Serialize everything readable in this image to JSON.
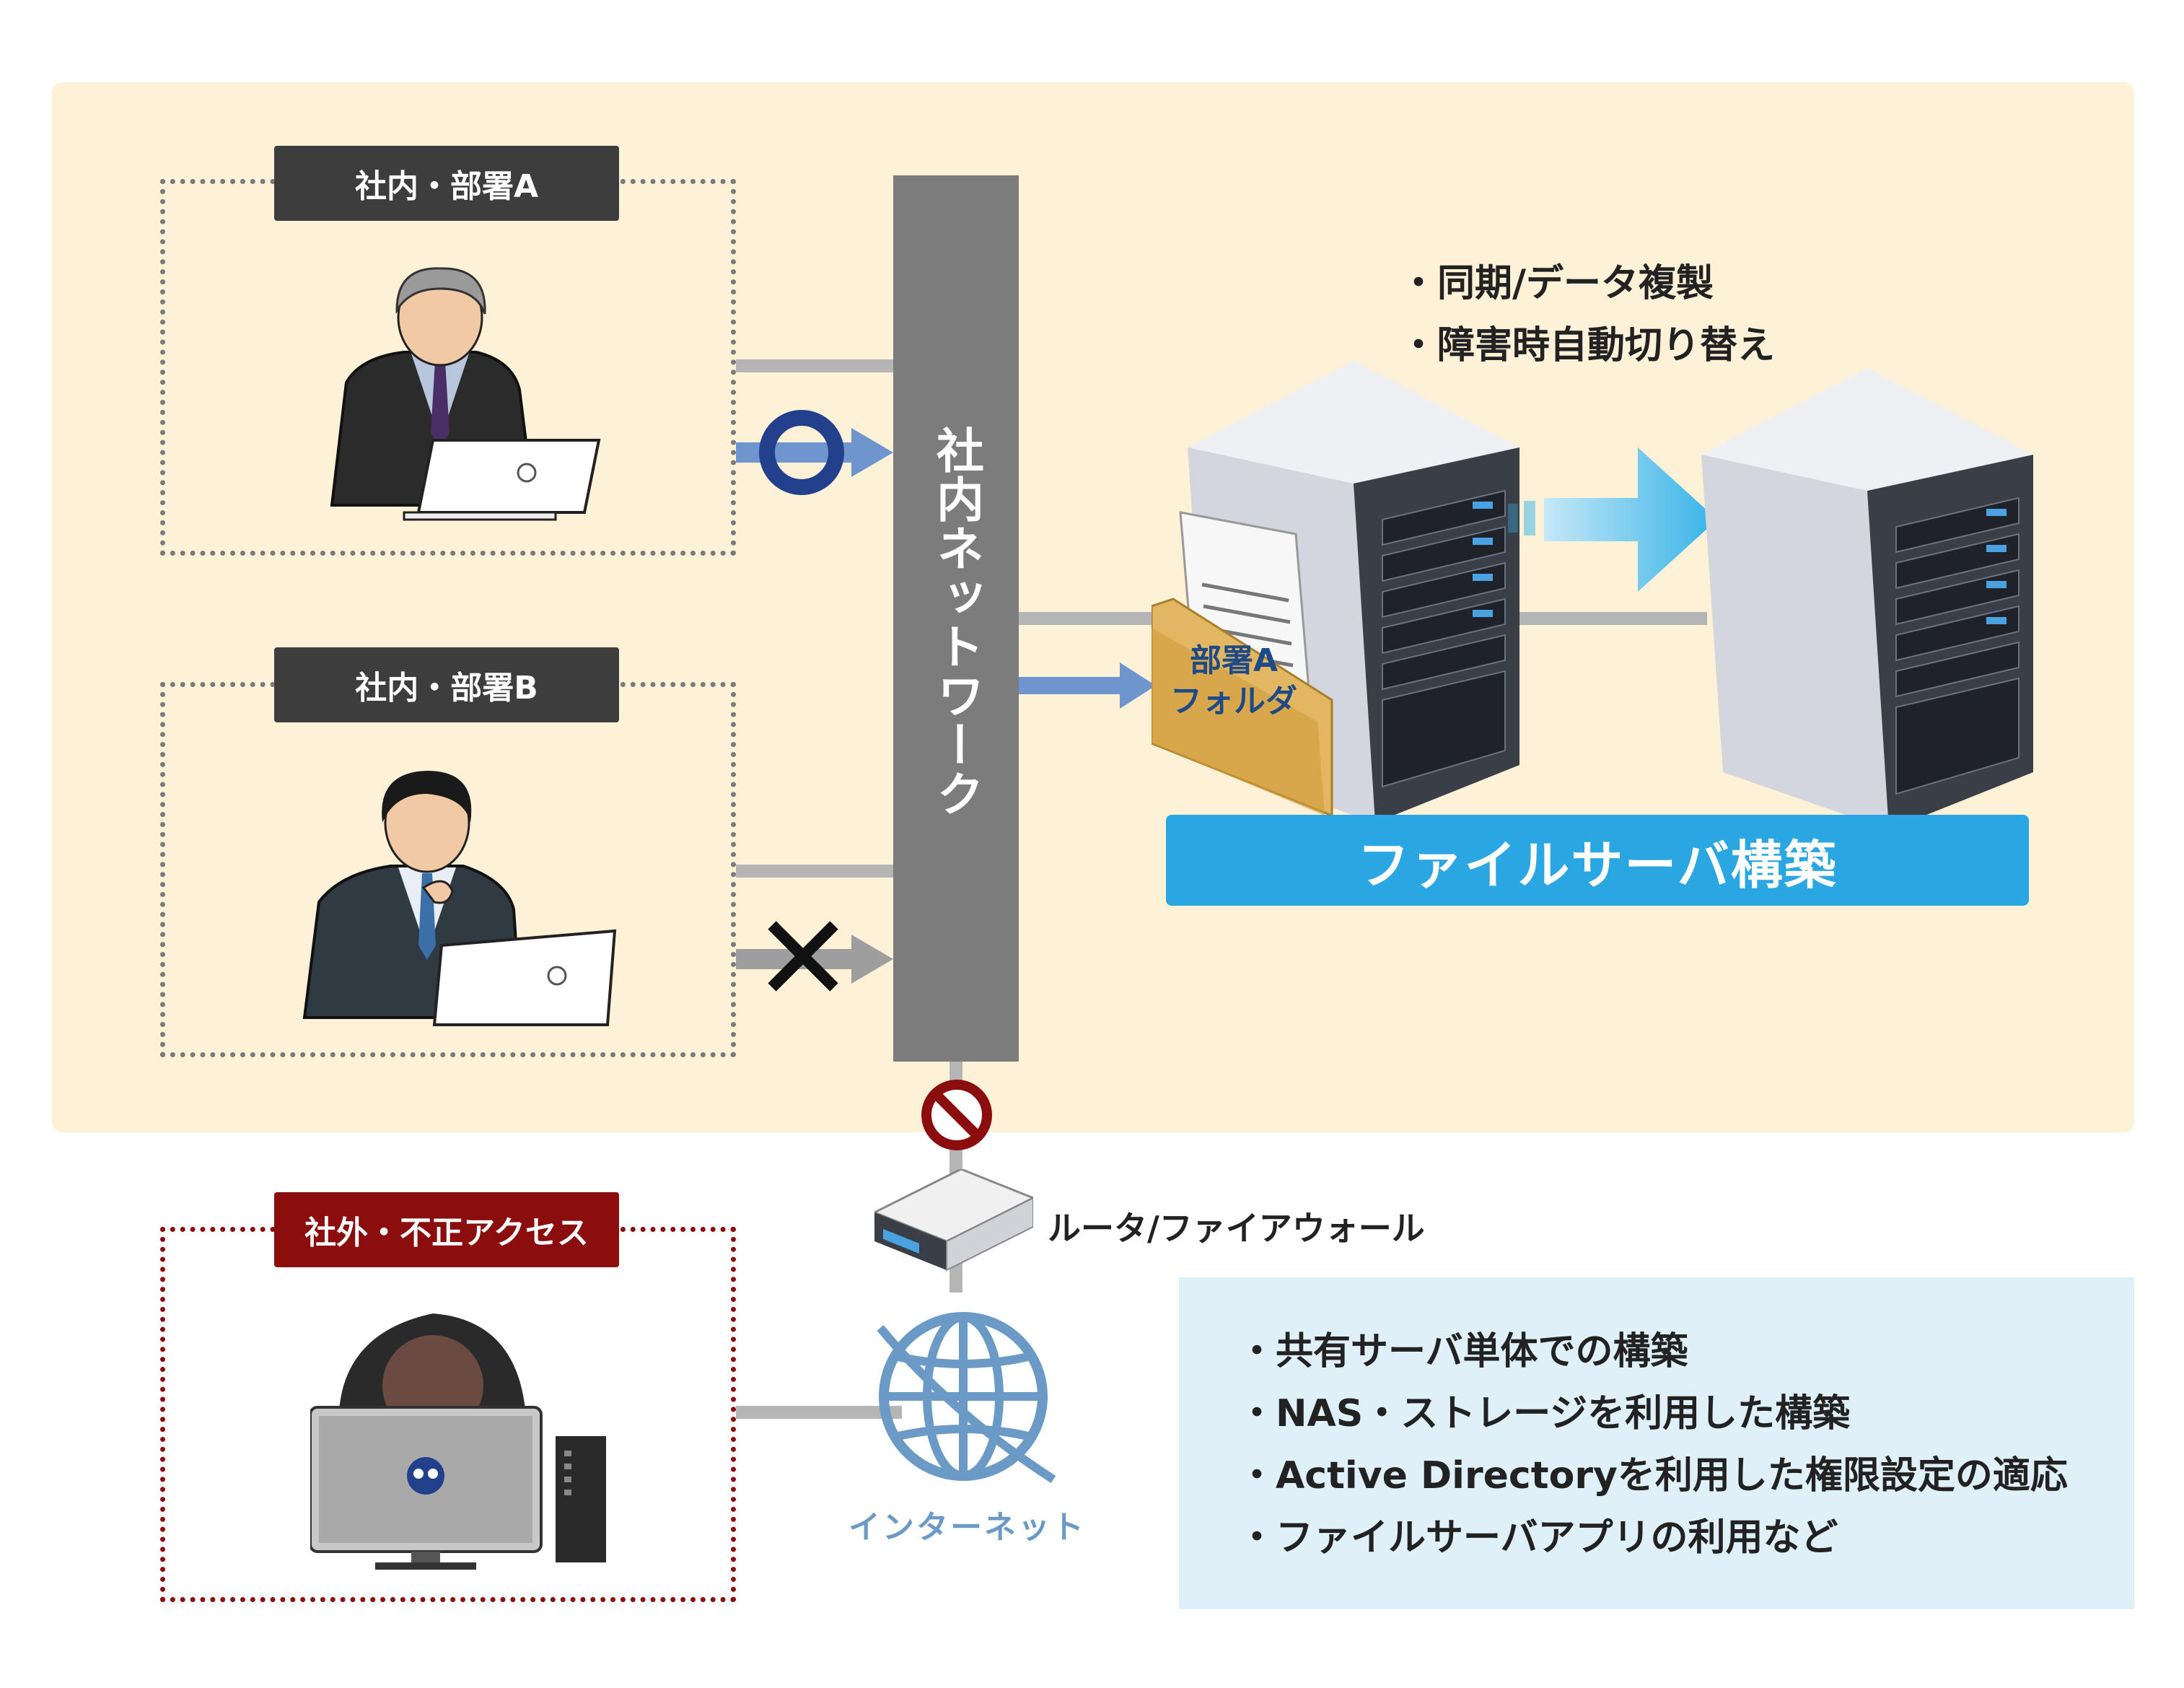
{
  "colors": {
    "panel_bg": "#fdf1d8",
    "network_bar": "#7c7c7c",
    "accent_blue": "#2aa7e2",
    "arrow_blue": "#6f95cf",
    "deny_red": "#8b0d0d",
    "info_bg": "#dff0f8"
  },
  "departments": {
    "a": {
      "label": "社内・部署A",
      "access": "allowed",
      "symbol": "circle-icon"
    },
    "b": {
      "label": "社内・部署B",
      "access": "denied",
      "symbol": "cross-icon"
    }
  },
  "external": {
    "label": "社外・不正アクセス",
    "symbol": "prohibited-icon"
  },
  "network": {
    "label": "社内ネットワーク"
  },
  "features": [
    "・同期/データ複製",
    "・障害時自動切り替え"
  ],
  "folder": {
    "line1": "部署A",
    "line2": "フォルダ"
  },
  "file_server": {
    "label": "ファイルサーバ構築"
  },
  "router": {
    "label": "ルータ/ファイアウォール"
  },
  "internet": {
    "label": "インターネット"
  },
  "methods": [
    "・共有サーバ単体での構築",
    "・NAS・ストレージを利用した構築",
    "・Active Directoryを利用した権限設定の適応",
    "・ファイルサーバアプリの利用など"
  ]
}
